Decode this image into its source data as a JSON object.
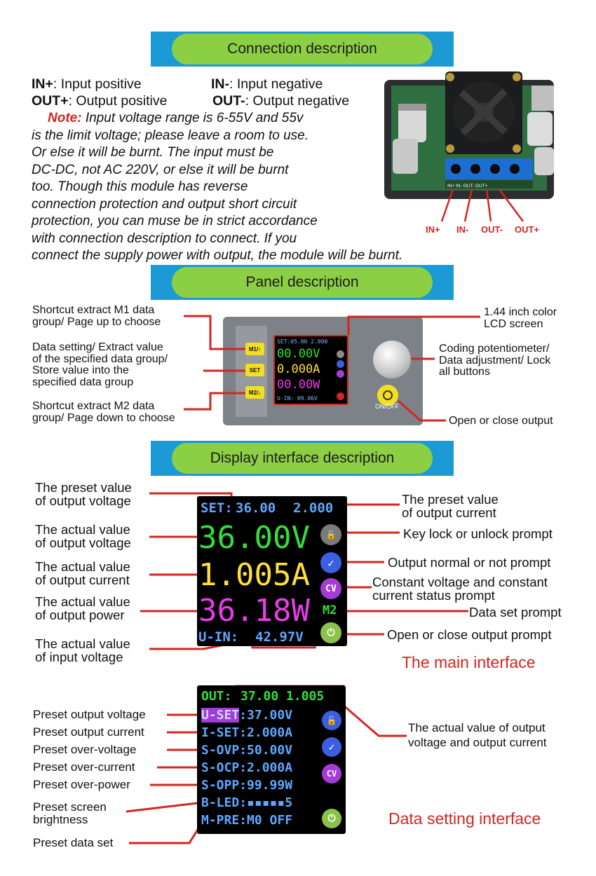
{
  "headers": {
    "connection": "Connection description",
    "panel": "Panel description",
    "display": "Display interface description"
  },
  "connection": {
    "in_plus_term": "IN+",
    "in_plus_desc": ": Input positive",
    "in_minus_term": "IN-",
    "in_minus_desc": ": Input negative",
    "out_plus_term": "OUT+",
    "out_plus_desc": ": Output positive",
    "out_minus_term": "OUT-",
    "out_minus_desc": ": Output negative",
    "note_label": "Note:",
    "note_lines": [
      " Input voltage range is 6-55V and 55v",
      "is the limit voltage; please leave a room to use.",
      "Or else it will be burnt. The input must be",
      "DC-DC, not AC 220V, or else it will be burnt",
      "too. Though this module has reverse",
      "connection protection and output short circuit",
      "protection, you can muse be in strict accordance",
      "with connection description to connect. If you",
      "connect the supply power with output, the module will be burnt."
    ],
    "terminal_labels": [
      "IN+",
      "IN-",
      "OUT-",
      "OUT+"
    ],
    "board_terminal_text": "IN+ IN- OUT- OUT+"
  },
  "panel": {
    "labels": {
      "m1": [
        "Shortcut extract M1 data",
        "group/ Page up to choose"
      ],
      "set": [
        "Data setting/ Extract value",
        "of the specified data group/",
        "Store value into the",
        "specified data group"
      ],
      "m2": [
        "Shortcut extract M2 data",
        "group/ Page down to choose"
      ],
      "lcd": [
        "1.44 inch color",
        "LCD screen"
      ],
      "pot": [
        "Coding potentiometer/",
        "Data adjustment/ Lock",
        "all buttons"
      ],
      "onoff": "Open or close output"
    },
    "buttons": {
      "m1": "M1/↑",
      "set": "SET",
      "m2": "M2/↓",
      "onoff": "ON/OFF"
    },
    "mini_lcd": {
      "set_line": "SET:05.00 2.000",
      "voltage": "00.00V",
      "current": "0.000A",
      "power": "00.00W",
      "uin_line": "U-IN: 09.06V"
    }
  },
  "main_interface": {
    "title": "The main interface",
    "screen": {
      "set_label": "SET:",
      "set_voltage": "36.00",
      "set_current": "2.000",
      "voltage": "36.00V",
      "current": "1.005A",
      "power": "36.18W",
      "uin_label": "U-IN:",
      "uin_value": "42.97V",
      "m2": "M2",
      "cv": "CV"
    },
    "left_labels": {
      "preset_v": [
        "The preset value",
        "of output voltage"
      ],
      "actual_v": [
        "The actual value",
        "of output voltage"
      ],
      "actual_i": [
        "The actual value",
        "of output current"
      ],
      "actual_p": [
        "The actual value",
        "of output power"
      ],
      "input_v": [
        "The actual value",
        "of input voltage"
      ]
    },
    "right_labels": {
      "preset_i": [
        "The preset value",
        "of output current"
      ],
      "lock": "Key lock or unlock prompt",
      "normal": "Output normal or not prompt",
      "cvcc": [
        "Constant voltage and constant",
        "current status prompt"
      ],
      "dataset": "Data set prompt",
      "openclose": "Open or close output prompt"
    }
  },
  "data_interface": {
    "title": "Data setting interface",
    "screen": {
      "out_label": "OUT:",
      "out_values": "37.00 1.005",
      "rows": [
        {
          "key": "U-SET",
          "val": ":37.00V"
        },
        {
          "key": "I-SET",
          "val": ":2.000A"
        },
        {
          "key": "S-OVP",
          "val": ":50.00V"
        },
        {
          "key": "S-OCP",
          "val": ":2.000A"
        },
        {
          "key": "S-OPP",
          "val": ":99.99W"
        },
        {
          "key": "B-LED",
          "val": ":▪▪▪▪▪5"
        },
        {
          "key": "M-PRE",
          "val": ":M0 OFF"
        }
      ],
      "cv": "CV"
    },
    "left_labels": [
      "Preset output voltage",
      "Preset output current",
      "Preset over-voltage",
      "Preset over-current",
      "Preset over-power",
      "Preset screen",
      "brightness",
      "Preset data set"
    ],
    "right_label": [
      "The actual value of output",
      "voltage and output current"
    ]
  },
  "colors": {
    "band_blue": "#1b9ad6",
    "pill_green": "#8ccf45",
    "red": "#d3261f",
    "lcd_green": "#31e03a",
    "lcd_yellow": "#ffe03a",
    "lcd_magenta": "#e93bea",
    "lcd_blue": "#5ea8ff"
  }
}
